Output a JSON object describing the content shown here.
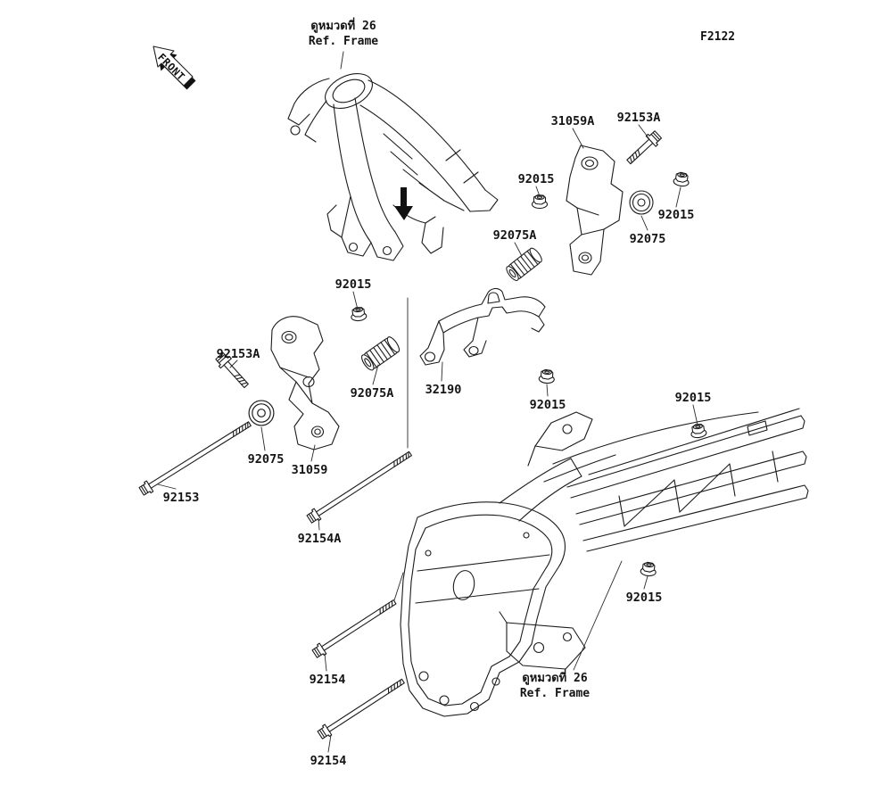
{
  "page": {
    "code": "F2122"
  },
  "front_marker": {
    "label": "FRONT"
  },
  "ref_notes": {
    "top": {
      "line1": "ดูหมวดที่ 26",
      "line2": "Ref. Frame"
    },
    "bottom": {
      "line1": "ดูหมวดที่ 26",
      "line2": "Ref. Frame"
    }
  },
  "part_labels": [
    {
      "text": "31059A"
    },
    {
      "text": "92153A"
    },
    {
      "text": "92015"
    },
    {
      "text": "92015"
    },
    {
      "text": "92075A"
    },
    {
      "text": "92075"
    },
    {
      "text": "92015"
    },
    {
      "text": "92153A"
    },
    {
      "text": "92075A"
    },
    {
      "text": "32190"
    },
    {
      "text": "92015"
    },
    {
      "text": "92015"
    },
    {
      "text": "92075"
    },
    {
      "text": "31059"
    },
    {
      "text": "92153"
    },
    {
      "text": "92154A"
    },
    {
      "text": "92015"
    },
    {
      "text": "92154"
    },
    {
      "text": "92154"
    }
  ]
}
